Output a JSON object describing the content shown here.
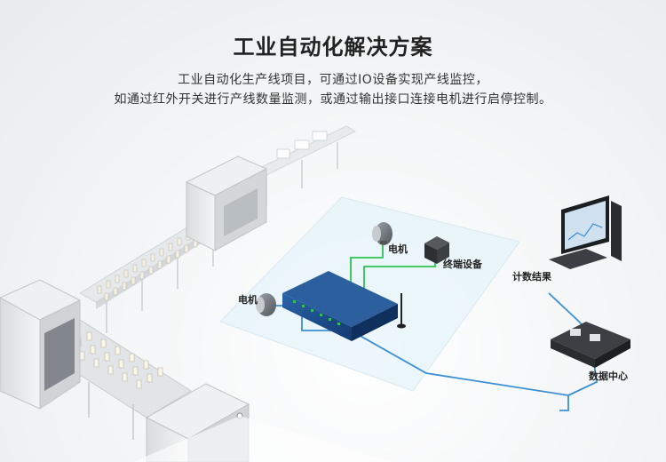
{
  "title": "工业自动化解决方案",
  "subtitle_line1": "工业自动化生产线项目，可通过IO设备实现产线监控，",
  "subtitle_line2": "如通过红外开关进行产线数量监测，或通过输出接口连接电机进行启停控制。",
  "labels": {
    "motor_top": "电机",
    "terminal_device": "终端设备",
    "motor_left": "电机",
    "count_result": "计数结果",
    "data_center": "数据中心"
  },
  "colors": {
    "wire_green": "#2ec253",
    "wire_blue": "#3a8fd4",
    "panel_fill": "#e6f4fb",
    "io_module": "#1a4a8a"
  }
}
